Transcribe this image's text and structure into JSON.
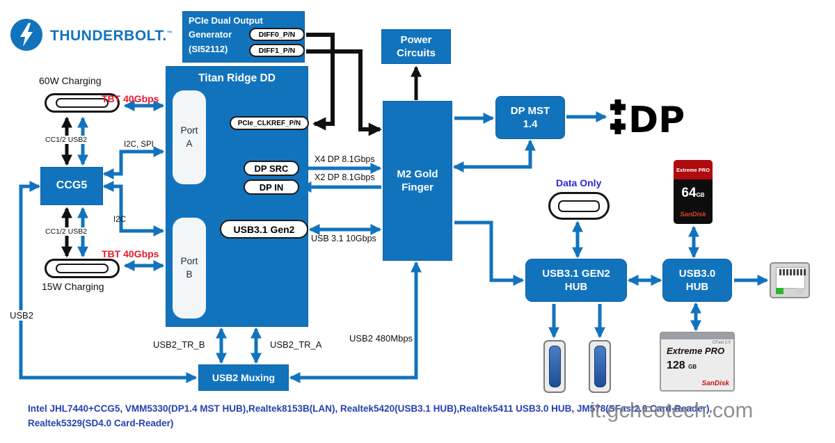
{
  "brand": {
    "name": "THUNDERBOLT.",
    "tm": "™"
  },
  "blocks": {
    "pcie_gen": {
      "line1": "PCIe Dual Output",
      "line2": "Generator",
      "line3": "(SI52112)",
      "pills": [
        "DIFF0_P/N",
        "DIFF1_P/N"
      ]
    },
    "power": {
      "line1": "Power",
      "line2": "Circuits"
    },
    "titan": {
      "title": "Titan Ridge DD",
      "port_a": {
        "line1": "Port",
        "line2": "A"
      },
      "port_b": {
        "line1": "Port",
        "line2": "B"
      },
      "clkref": "PCIe_CLKREF_P/N",
      "dp_src": "DP SRC",
      "dp_in": "DP IN",
      "usb31": "USB3.1 Gen2"
    },
    "m2": {
      "line1": "M2 Gold",
      "line2": "Finger"
    },
    "dp_mst": {
      "line1": "DP MST",
      "line2": "1.4"
    },
    "ccg5": "CCG5",
    "usb2_mux": "USB2 Muxing",
    "hub31": {
      "line1": "USB3.1 GEN2",
      "line2": "HUB"
    },
    "hub30": {
      "line1": "USB3.0",
      "line2": "HUB"
    }
  },
  "labels": {
    "charging60": "60W Charging",
    "charging15": "15W Charging",
    "tbt_top": "TBT 40Gbps",
    "tbt_bottom": "TBT 40Gbps",
    "cc_top": "CC1/2 USB2",
    "cc_bottom": "CC1/2 USB2",
    "i2c_spi": "I2C, SPI",
    "i2c": "I2C",
    "usb2": "USB2",
    "usb2_tr_b": "USB2_TR_B",
    "usb2_tr_a": "USB2_TR_A",
    "usb2_480": "USB2 480Mbps",
    "x4_dp": "X4 DP 8.1Gbps",
    "x2_dp": "X2 DP 8.1Gbps",
    "usb31_speed": "USB 3.1 10Gbps",
    "data_only": "Data Only",
    "dp_logo": "DP"
  },
  "peripherals": {
    "sd_card": {
      "series": "Extreme PRO",
      "capacity": "64",
      "unit": "GB",
      "brand": "SanDisk"
    },
    "cf_card": {
      "series": "Extreme PRO",
      "capacity": "128",
      "unit": "GB",
      "brand": "SanDisk",
      "type": "CFast 2.0"
    }
  },
  "footer": {
    "line1": "Intel JHL7440+CCG5, VMM5330(DP1.4 MST HUB),Realtek8153B(LAN), Realtek5420(USB3.1 HUB),Realtek5411 USB3.0 HUB, JM578(SFast2.0 Card-Reader),",
    "line2": "Realtek5329(SD4.0 Card-Reader)"
  },
  "watermark": "it.gcheotech.com",
  "colors": {
    "accent_blue": "#1273bd",
    "alert_red": "#e8192c",
    "footer_blue": "#2540b0",
    "data_only_blue": "#2a2ad4"
  }
}
